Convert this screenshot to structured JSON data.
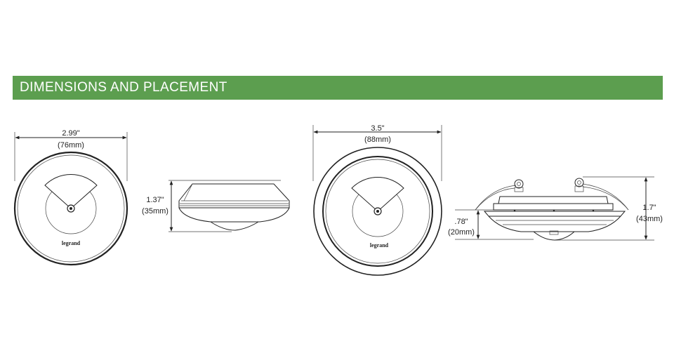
{
  "header": {
    "title": "DIMENSIONS AND PLACEMENT"
  },
  "sensor_small": {
    "top_view": {
      "width_in": "2.99\"",
      "width_mm": "(76mm)",
      "brand": "legrand"
    },
    "side_view": {
      "height_in": "1.37\"",
      "height_mm": "(35mm)"
    }
  },
  "sensor_large": {
    "top_view": {
      "width_in": "3.5\"",
      "width_mm": "(88mm)",
      "brand": "legrand"
    },
    "side_view": {
      "total_height_in": "1.7\"",
      "total_height_mm": "(43mm)",
      "projection_in": ".78\"",
      "projection_mm": "(20mm)"
    }
  },
  "colors": {
    "banner": "#5c9e4f",
    "banner_text": "#ffffff",
    "line": "#222222"
  }
}
